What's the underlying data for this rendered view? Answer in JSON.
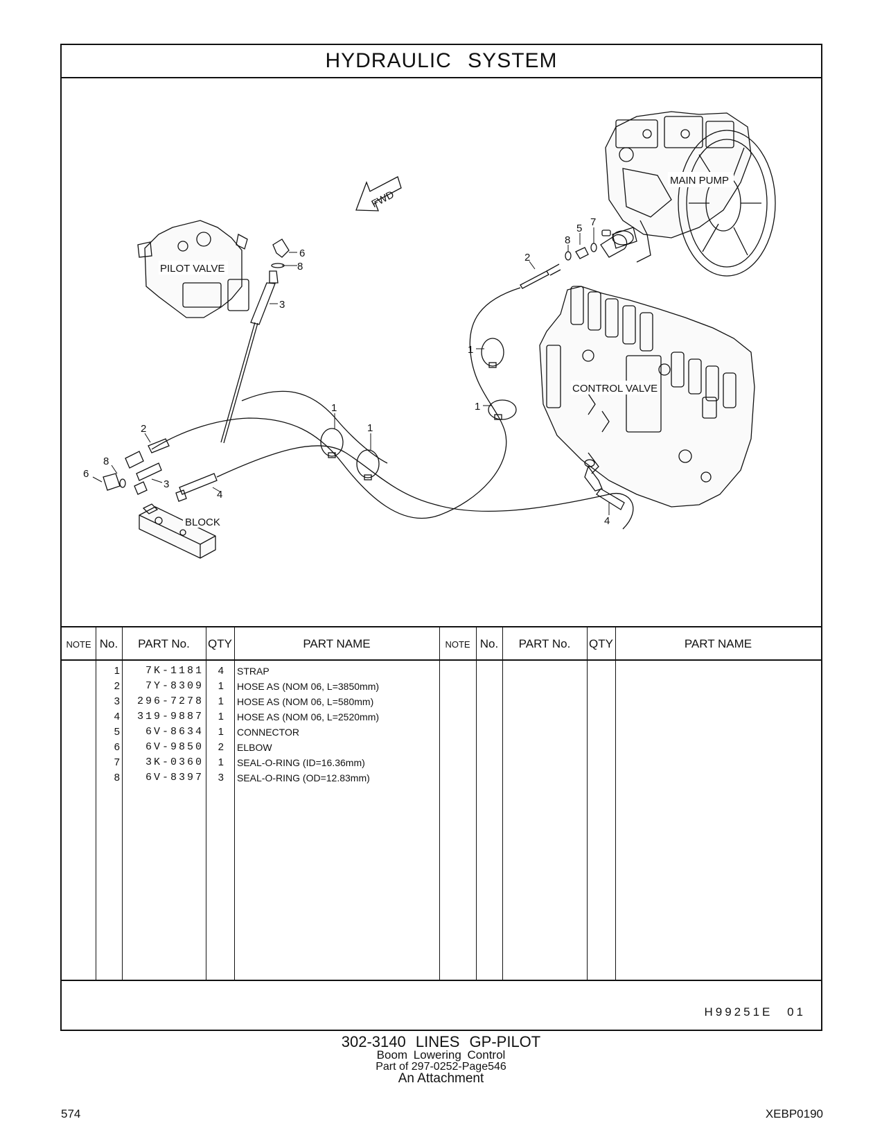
{
  "header": {
    "title": "HYDRAULIC SYSTEM"
  },
  "diagram": {
    "labels": {
      "pilot_valve": "PILOT VALVE",
      "main_pump": "MAIN PUMP",
      "control_valve": "CONTROL VALVE",
      "block": "BLOCK",
      "fwd": "FWD"
    },
    "callouts": [
      "1",
      "2",
      "3",
      "4",
      "5",
      "6",
      "7",
      "8"
    ]
  },
  "table": {
    "headers": {
      "note": "NOTE",
      "no": "No.",
      "part_no": "PART No.",
      "qty": "QTY",
      "part_name": "PART NAME"
    },
    "rows": [
      {
        "no": "1",
        "part_no": "7K-1181",
        "qty": "4",
        "name": "STRAP"
      },
      {
        "no": "2",
        "part_no": "7Y-8309",
        "qty": "1",
        "name": "HOSE  AS (NOM 06, L=3850mm)"
      },
      {
        "no": "3",
        "part_no": "296-7278",
        "qty": "1",
        "name": "HOSE  AS (NOM 06, L=580mm)"
      },
      {
        "no": "4",
        "part_no": "319-9887",
        "qty": "1",
        "name": "HOSE  AS (NOM 06, L=2520mm)"
      },
      {
        "no": "5",
        "part_no": "6V-8634",
        "qty": "1",
        "name": "CONNECTOR"
      },
      {
        "no": "6",
        "part_no": "6V-9850",
        "qty": "2",
        "name": "ELBOW"
      },
      {
        "no": "7",
        "part_no": "3K-0360",
        "qty": "1",
        "name": "SEAL-O-RING (ID=16.36mm)"
      },
      {
        "no": "8",
        "part_no": "6V-8397",
        "qty": "3",
        "name": "SEAL-O-RING (OD=12.83mm)"
      }
    ]
  },
  "illustration_code": "H99251E  01",
  "caption": {
    "line1": "302-3140  LINES GP-PILOT",
    "line2": "Boom Lowering Control",
    "line3": "Part of 297-0252-Page546",
    "line4": "An Attachment"
  },
  "footer": {
    "page_number": "574",
    "doc_code": "XEBP0190"
  }
}
